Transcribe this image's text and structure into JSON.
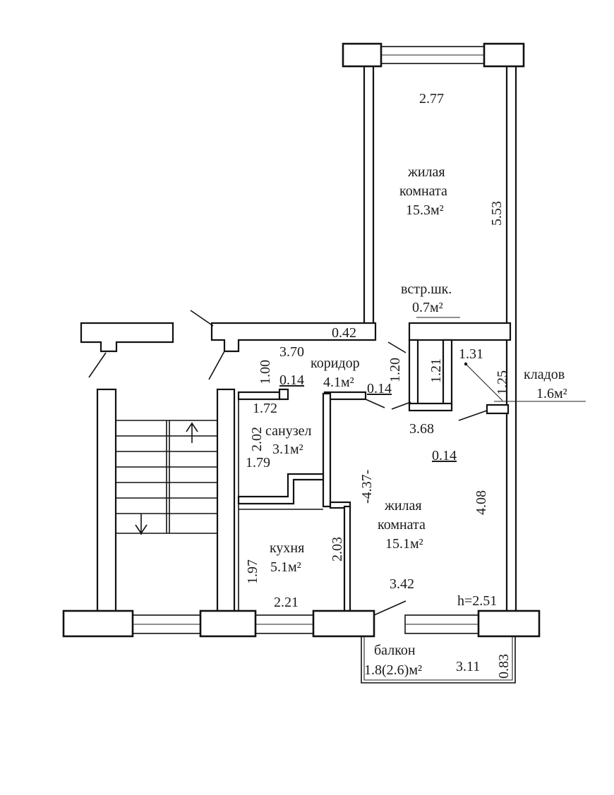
{
  "rooms": {
    "living_top": {
      "name_line1": "жилая",
      "name_line2": "комната",
      "area": "15.3м²"
    },
    "closet": {
      "name_line1": "встр.шк.",
      "area": "0.7м²"
    },
    "corridor": {
      "name": "коридор",
      "area": "4.1м²"
    },
    "storage": {
      "name": "кладов",
      "area": "1.6м²"
    },
    "bathroom": {
      "name": "санузел",
      "area": "3.1м²"
    },
    "living_main": {
      "name_line1": "жилая",
      "name_line2": "комната",
      "area": "15.1м²"
    },
    "kitchen": {
      "name": "кухня",
      "area": "5.1м²"
    },
    "balcony": {
      "name": "балкон",
      "area": "1.8(2.6)м²"
    }
  },
  "dimensions": {
    "d_2_77": "2.77",
    "d_5_53": "5.53",
    "d_0_42": "0.42",
    "d_3_70": "3.70",
    "d_1_00": "1.00",
    "d_0_14_a": "0.14",
    "d_1_20": "1.20",
    "d_1_21": "1.21",
    "d_1_31": "1.31",
    "d_1_25": "1.25",
    "d_0_14_b": "0.14",
    "d_1_72": "1.72",
    "d_2_02": "2.02",
    "d_1_79": "1.79",
    "d_3_68": "3.68",
    "d_0_14_c": "0.14",
    "d_4_37": "-4.37-",
    "d_4_08": "4.08",
    "d_2_03": "2.03",
    "d_1_97": "1.97",
    "d_3_42": "3.42",
    "d_2_21": "2.21",
    "d_h": "h=2.51",
    "d_3_11": "3.11",
    "d_0_83": "0.83"
  }
}
